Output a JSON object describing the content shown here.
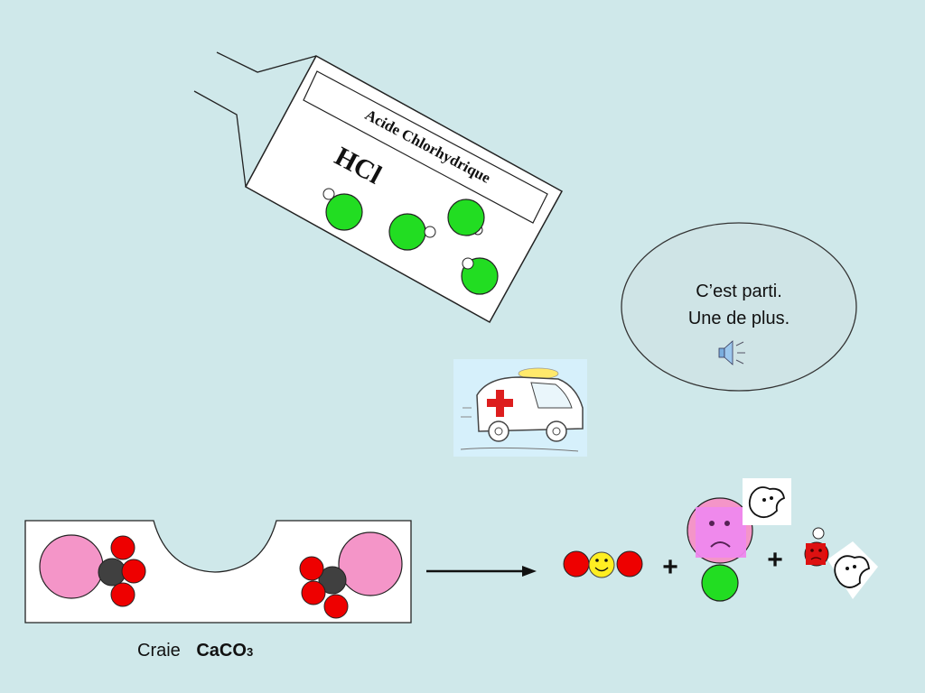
{
  "bottle": {
    "label": "Acide Chlorhydrique",
    "formula": "HCl"
  },
  "speech": {
    "line1": "C’est parti.",
    "line2": "Une de plus.",
    "icon": "speaker-icon"
  },
  "chalk": {
    "name": "Craie",
    "formula_main": "CaCO",
    "formula_sub": "3"
  },
  "equation": {
    "plus1": "+",
    "plus2": "+"
  },
  "colors": {
    "background": "#cfe8ea",
    "chlorine": "#22dd22",
    "oxygen": "#ee0000",
    "carbon": "#404040",
    "calcium": "#f495c8",
    "face_pink": "#ee88ee",
    "face_red": "#dd1111",
    "smiley": "#ffee22",
    "bubble": "#cfe4e6"
  }
}
